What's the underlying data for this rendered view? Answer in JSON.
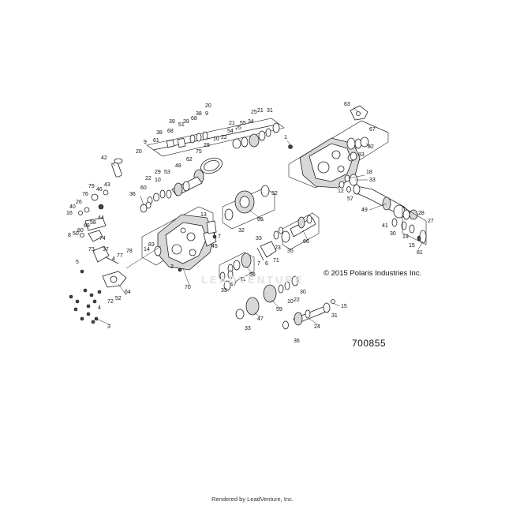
{
  "copyright": "© 2015 Polaris Industries Inc.",
  "figure_number": "700855",
  "footer": "Rendered by LeadVenture, Inc.",
  "watermark": "LEADVENTURE",
  "colors": {
    "line": "#222222",
    "background": "#ffffff",
    "casting": "#d8d8d8"
  },
  "callouts": {
    "c1": "1",
    "c2": "2",
    "c3": "3",
    "c4": "4",
    "c5": "5",
    "c6": "6",
    "c7": "7",
    "c8": "8",
    "c9": "9",
    "c10": "10",
    "c11": "11",
    "c12": "12",
    "c13": "13",
    "c14": "14",
    "c15": "15",
    "c16": "16",
    "c17": "17",
    "c18": "18",
    "c19": "19",
    "c20": "20",
    "c21": "21",
    "c22": "22",
    "c23": "23",
    "c24": "24",
    "c25": "25",
    "c26": "26",
    "c27": "27",
    "c28": "28",
    "c29": "29",
    "c30": "30",
    "c31": "31",
    "c32": "32",
    "c33": "33",
    "c34": "34",
    "c35": "35",
    "c36": "36",
    "c37": "37",
    "c38": "38",
    "c39": "39",
    "c40": "40",
    "c41": "41",
    "c42": "42",
    "c43": "43",
    "c44": "44",
    "c45": "45",
    "c46": "46",
    "c47": "47",
    "c48": "48",
    "c49": "49",
    "c50": "50",
    "c51": "51",
    "c52": "52",
    "c53": "53",
    "c54": "54",
    "c55": "55",
    "c56": "56",
    "c57": "57",
    "c58": "58",
    "c59": "59",
    "c60": "60",
    "c61": "61",
    "c62": "62",
    "c63": "63",
    "c64": "64",
    "c65": "65",
    "c66": "66",
    "c67": "67",
    "c68": "68",
    "c69": "69",
    "c70": "70",
    "c71": "71",
    "c72": "72",
    "c73": "73",
    "c74": "74",
    "c75": "75",
    "c76": "76",
    "c77": "77",
    "c78": "78",
    "c79": "79",
    "c80": "80",
    "c81": "81",
    "c82": "82",
    "c83": "83"
  }
}
